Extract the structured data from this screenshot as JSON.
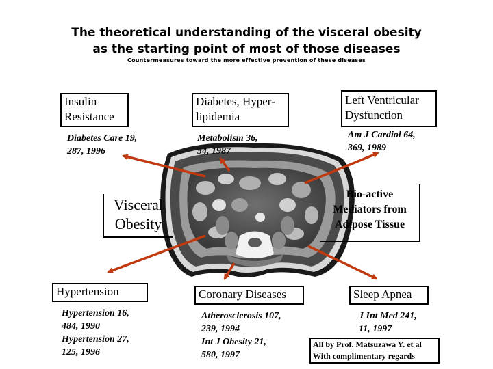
{
  "title": {
    "line1": "The theoretical understanding of the visceral obesity",
    "line2": "as the starting point of most of those diseases",
    "subtitle": "Countermeasures toward the more effective prevention of these diseases"
  },
  "center": {
    "label_lines": [
      "Visceral",
      "Obesity"
    ]
  },
  "mediators": {
    "label_lines": [
      "Bio-active",
      "Mediators from",
      "Adipose Tissue"
    ]
  },
  "diseases": [
    {
      "id": "insulin",
      "label_lines": [
        "Insulin",
        "Resistance"
      ],
      "citation_lines": [
        "Diabetes Care 19,",
        "287, 1996"
      ]
    },
    {
      "id": "diabetes",
      "label_lines": [
        "Diabetes, Hyper-",
        "lipidemia"
      ],
      "citation_lines": [
        "Metabolism 36,",
        "54, 1987"
      ]
    },
    {
      "id": "lv",
      "label_lines": [
        "Left Ventricular",
        "Dysfunction"
      ],
      "citation_lines": [
        "Am J Cardiol 64,",
        "369, 1989"
      ]
    },
    {
      "id": "hypertension",
      "label_lines": [
        "Hypertension"
      ],
      "citation_lines": [
        "Hypertension 16,",
        "484, 1990",
        "Hypertension 27,",
        "125, 1996"
      ]
    },
    {
      "id": "coronary",
      "label_lines": [
        "Coronary Diseases"
      ],
      "citation_lines": [
        "Atherosclerosis 107,",
        "239, 1994",
        "Int J Obesity 21,",
        "580, 1997"
      ]
    },
    {
      "id": "sleep",
      "label_lines": [
        "Sleep Apnea"
      ],
      "citation_lines": [
        "J Int Med 241,",
        "11, 1997"
      ]
    }
  ],
  "credit_lines": [
    "All by Prof. Matsuzawa Y. et al",
    "With complimentary regards"
  ],
  "colors": {
    "arrow": "#c0390f",
    "box_border": "#000000"
  }
}
